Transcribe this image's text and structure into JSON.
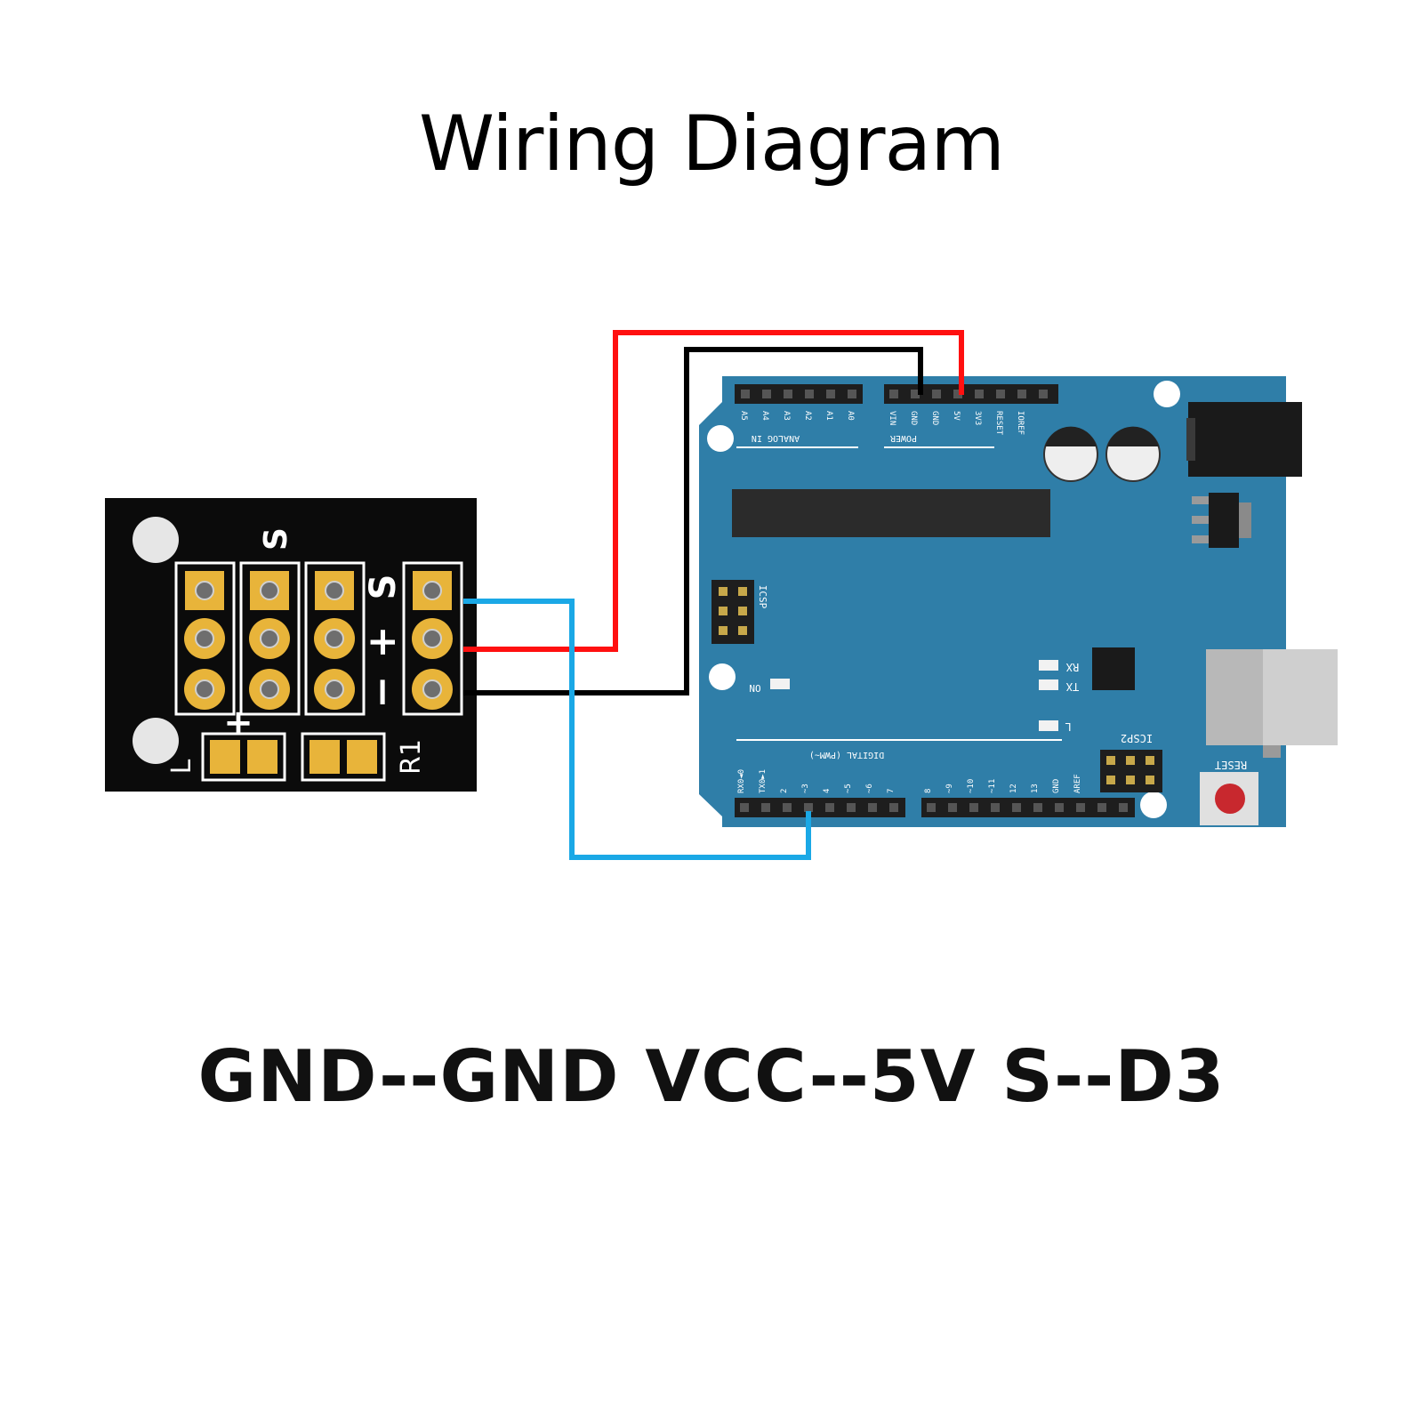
{
  "title": "Wiring Diagram",
  "caption": "GND--GND VCC--5V S--D3",
  "module": {
    "silkscreen_top": "S",
    "pin_labels": [
      "S",
      "+",
      "−"
    ],
    "plus_mark": "+",
    "label_l": "L",
    "label_r1": "R1"
  },
  "arduino": {
    "analog_header_pins": [
      "A5",
      "A4",
      "A3",
      "A2",
      "A1",
      "A0"
    ],
    "analog_caption": "ANALOG IN",
    "power_header_pins": [
      "VIN",
      "GND",
      "GND",
      "5V",
      "3V3",
      "RESET",
      "IOREF"
    ],
    "power_caption": "POWER",
    "icsp_label": "ICSP",
    "icsp2_label": "ICSP2",
    "digital_caption": "DIGITAL (PWM~)",
    "digital_pins_low": [
      "RX0◄0",
      "TX0►1",
      "2",
      "~3",
      "4",
      "~5",
      "~6",
      "7"
    ],
    "digital_pins_high": [
      "8",
      "~9",
      "~10",
      "~11",
      "12",
      "13",
      "GND",
      "AREF"
    ],
    "on_label": "ON",
    "rx_label": "RX",
    "tx_label": "TX",
    "l_label": "L",
    "reset_label": "RESET"
  },
  "wires": {
    "vcc_color": "#ff1010",
    "gnd_color": "#000000",
    "signal_color": "#1aa8e6"
  },
  "colors": {
    "board_blue": "#2f7ea8",
    "module_black": "#0b0b0b",
    "pad_gold": "#e8b43a"
  }
}
